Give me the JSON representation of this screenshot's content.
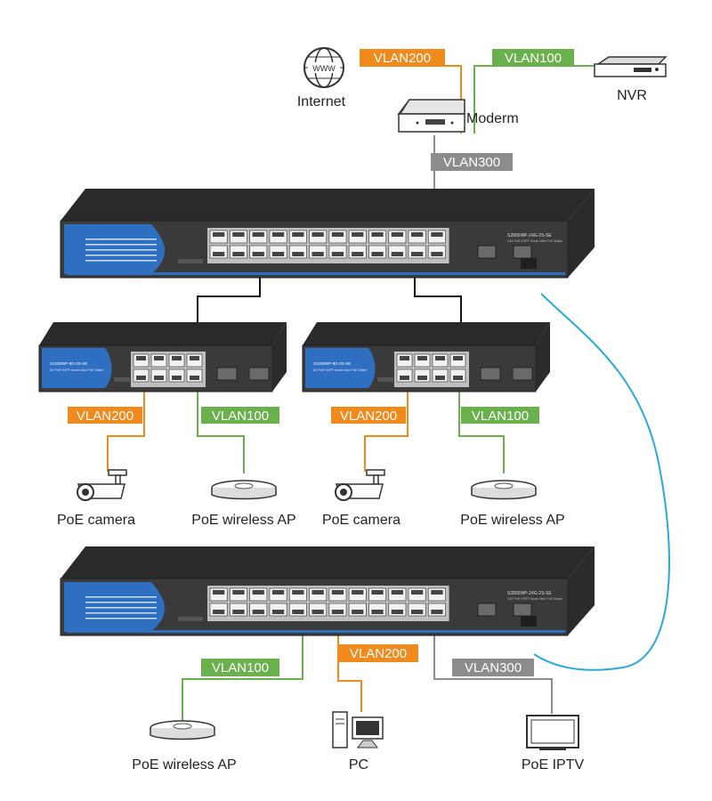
{
  "colors": {
    "vlan200": "#f08a1c",
    "vlan100": "#6ab04c",
    "vlan300": "#8c8c8c",
    "fiber": "#2aa8d8",
    "switch_body": "#3b3b3b",
    "switch_top": "#2c2c2c",
    "switch_blue": "#2f6fc1",
    "cable_black": "#111111"
  },
  "vlans": {
    "internet_link": "VLAN200",
    "nvr_link": "VLAN100",
    "uplink": "VLAN300",
    "left_access_camera": "VLAN200",
    "left_access_ap": "VLAN100",
    "right_access_camera": "VLAN200",
    "right_access_ap": "VLAN100",
    "bottom_ap": "VLAN100",
    "bottom_pc": "VLAN200",
    "bottom_iptv": "VLAN300"
  },
  "devices": {
    "internet": {
      "label": "Internet",
      "globe_text": "WWW",
      "icon": "globe-icon"
    },
    "modem": {
      "label": "Moderm",
      "icon": "modem-icon"
    },
    "nvr": {
      "label": "NVR",
      "icon": "nvr-icon"
    },
    "left_camera": {
      "label": "PoE camera",
      "icon": "camera-icon"
    },
    "left_ap": {
      "label": "PoE wireless AP",
      "icon": "access-point-icon"
    },
    "right_camera": {
      "label": "PoE camera",
      "icon": "camera-icon"
    },
    "right_ap": {
      "label": "PoE wireless AP",
      "icon": "access-point-icon"
    },
    "bottom_ap": {
      "label": "PoE wireless AP",
      "icon": "access-point-icon"
    },
    "pc": {
      "label": "PC",
      "icon": "pc-icon"
    },
    "iptv": {
      "label": "PoE IPTV",
      "icon": "tv-icon"
    }
  },
  "switches": {
    "core": {
      "model": "S2800WP-24G-2S-SE",
      "desc": "24G PoE+2SFP Smart Web PoE Switch",
      "ports": 24,
      "sfp": 2
    },
    "left_access": {
      "model": "S1200WP-8G-2S-SE",
      "desc": "8G PoE+2SFP Smart Web PoE Switch",
      "ports": 8,
      "sfp": 2
    },
    "right_access": {
      "model": "S1200WP-8G-2S-SE",
      "desc": "8G PoE+2SFP Smart Web PoE Switch",
      "ports": 8,
      "sfp": 2
    },
    "bottom": {
      "model": "S2800WP-24G-2S-SE",
      "desc": "24G PoE+2SFP Smart Web PoE Switch",
      "ports": 24,
      "sfp": 2
    }
  }
}
